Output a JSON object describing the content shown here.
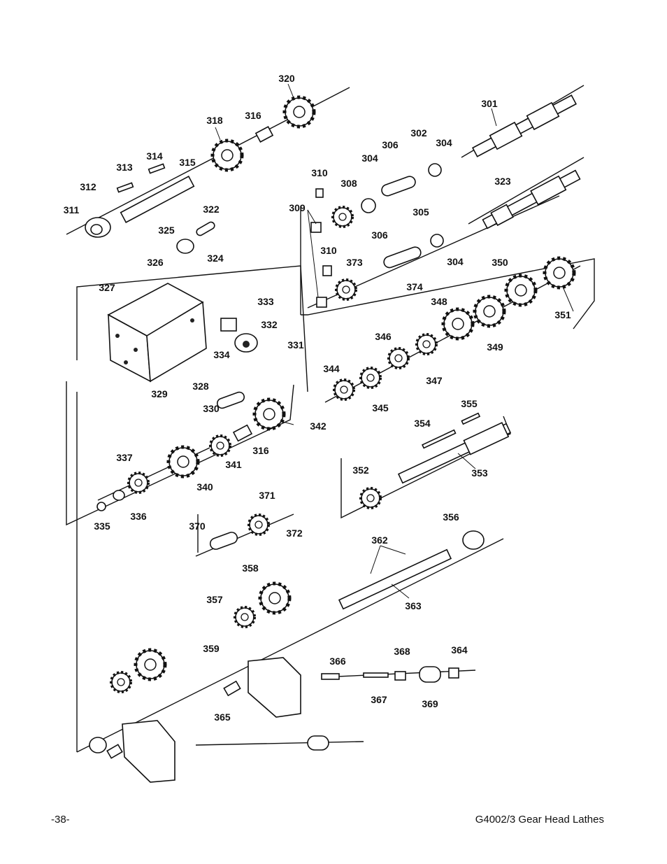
{
  "labels": {
    "p301": "301",
    "p302": "302",
    "p304a": "304",
    "p304b": "304",
    "p304c": "304",
    "p305": "305",
    "p306a": "306",
    "p306b": "306",
    "p308": "308",
    "p309": "309",
    "p310a": "310",
    "p310b": "310",
    "p311": "311",
    "p312": "312",
    "p313": "313",
    "p314": "314",
    "p315": "315",
    "p316a": "316",
    "p316b": "316",
    "p318": "318",
    "p320": "320",
    "p322": "322",
    "p323": "323",
    "p324": "324",
    "p325": "325",
    "p326": "326",
    "p327": "327",
    "p328": "328",
    "p329": "329",
    "p330": "330",
    "p331": "331",
    "p332": "332",
    "p333": "333",
    "p334": "334",
    "p335": "335",
    "p336": "336",
    "p337": "337",
    "p340": "340",
    "p341": "341",
    "p342": "342",
    "p344": "344",
    "p345": "345",
    "p346": "346",
    "p347": "347",
    "p348": "348",
    "p349": "349",
    "p350": "350",
    "p351": "351",
    "p352": "352",
    "p353": "353",
    "p354": "354",
    "p355": "355",
    "p356": "356",
    "p357": "357",
    "p358": "358",
    "p359": "359",
    "p362": "362",
    "p363": "363",
    "p364": "364",
    "p365": "365",
    "p366": "366",
    "p367": "367",
    "p368": "368",
    "p369": "369",
    "p370": "370",
    "p371": "371",
    "p372": "372",
    "p373": "373",
    "p374": "374"
  },
  "footer": {
    "page_number": "-38-",
    "manual_title": "G4002/3 Gear Head Lathes"
  }
}
